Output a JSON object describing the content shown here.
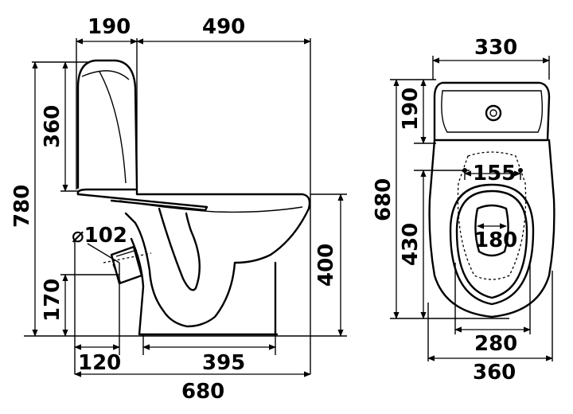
{
  "side_view": {
    "dimensions": {
      "tank_depth": "190",
      "bowl_length": "490",
      "tank_height": "360",
      "total_height": "780",
      "outlet_diameter": "⌀102",
      "outlet_height": "170",
      "bowl_height": "400",
      "outlet_offset": "120",
      "base_length": "395",
      "total_length": "680"
    }
  },
  "top_view": {
    "dimensions": {
      "tank_width": "330",
      "tank_front_depth": "190",
      "total_depth": "680",
      "hole_spacing": "155",
      "bowl_depth": "430",
      "opening_width": "180",
      "seat_width": "280",
      "total_width": "360"
    }
  }
}
